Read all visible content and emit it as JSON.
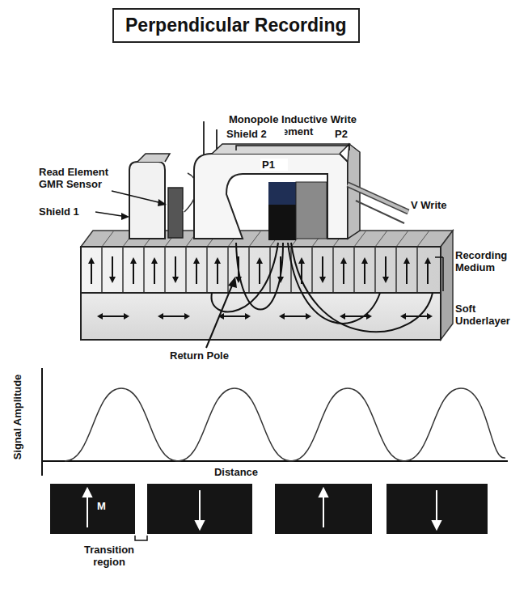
{
  "diagram": {
    "title": "Perpendicular Recording",
    "labels": [
      "Monopole Inductive Write Element",
      "Read Element GMR Sensor",
      "Shield 2",
      "P2",
      "P1",
      "V Write",
      "Shield 1",
      "Recording Medium",
      "Soft Underlayer",
      "Return Pole",
      "Signal Amplitude",
      "Distance",
      "M",
      "Transition region"
    ]
  }
}
